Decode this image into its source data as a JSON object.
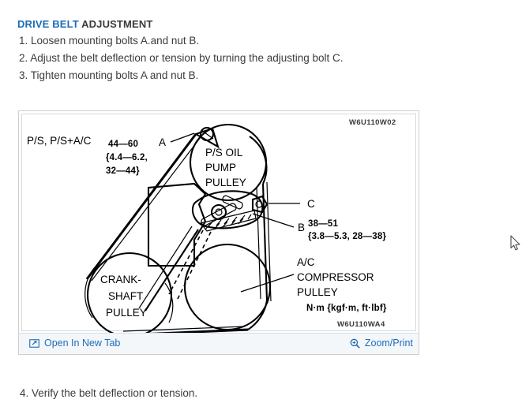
{
  "heading": {
    "highlight": "DRIVE BELT",
    "rest": " ADJUSTMENT"
  },
  "steps": [
    "1. Loosen mounting bolts A.and nut B.",
    "2. Adjust the belt deflection or tension by turning the adjusting bolt C.",
    "3. Tighten mounting bolts A and nut B."
  ],
  "post_step": "4. Verify the belt deflection or tension.",
  "figure": {
    "top_code": "W6U110W02",
    "bottom_code": "W6U110WA4",
    "config_label": "P/S, P/S+A/C",
    "torque_a": {
      "line1": "44—60",
      "line2": "{4.4—6.2,",
      "line3": "32—44}"
    },
    "callout_a": "A",
    "callout_b": "B",
    "callout_c": "C",
    "torque_b": {
      "line1": "38—51",
      "line2": "{3.8—5.3,  28—38}"
    },
    "ps_pump_pulley": [
      "P/S OIL",
      "PUMP",
      "PULLEY"
    ],
    "crankshaft_pulley": [
      "CRANK-",
      "SHAFT",
      "PULLEY"
    ],
    "ac_pulley": [
      "A/C",
      "COMPRESSOR",
      "PULLEY"
    ],
    "units_note": "N·m {kgf·m, ft·lbf}"
  },
  "footer": {
    "open_new_tab": "Open In New Tab",
    "zoom_print": "Zoom/Print",
    "open_icon": "external-window-icon",
    "zoom_icon": "magnifier-plus-icon"
  },
  "colors": {
    "link": "#1e6bb8",
    "heading_dark": "#3a3a3a",
    "footer_bg": "#f4f7fa",
    "frame_border": "#cfcfcf"
  }
}
